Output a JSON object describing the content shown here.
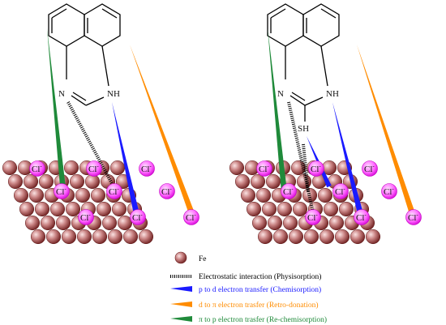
{
  "molecule_left": {
    "atoms": {
      "n_left": "N",
      "nh_right": "NH"
    }
  },
  "molecule_right": {
    "atoms": {
      "n_left": "N",
      "nh_right": "NH",
      "sh": "SH"
    }
  },
  "chloride_label": {
    "base": "Cl",
    "sup": "-"
  },
  "legend": {
    "iron": {
      "text": "Fe",
      "color": "#d98a8a"
    },
    "electrostatic": {
      "text": "Electrostatic interaction (Physisorption)",
      "color": "#000000"
    },
    "p_to_d": {
      "text": "p to d electron transfer (Chemisorption)",
      "color": "#1a1aff"
    },
    "d_to_pi": {
      "text": "d to π electron trasfer (Retro-donation)",
      "color": "#ff8c00"
    },
    "pi_to_p": {
      "text": "π to p electron trasfer (Re-chemisorption)",
      "color": "#1f8a3a"
    }
  },
  "colors": {
    "sphere_dark": "#6e1f1f",
    "sphere_mid": "#a85a5a",
    "sphere_light": "#f2caca",
    "chloride": "#ff33ff",
    "chloride_light": "#ffd0ff"
  }
}
